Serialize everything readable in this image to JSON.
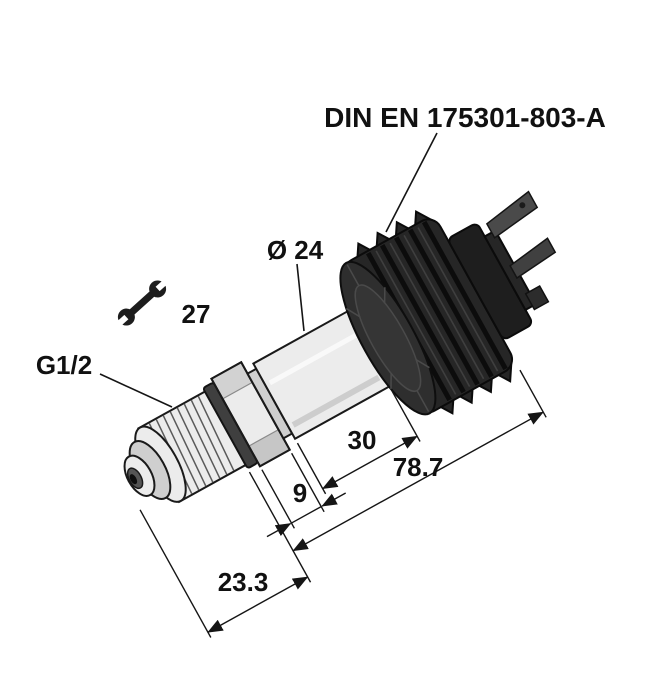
{
  "labels": {
    "connector_standard": "DIN EN 175301-803-A",
    "body_diameter": "Ø 24",
    "wrench_size": "27",
    "process_connection": "G1/2"
  },
  "dimensions": {
    "body_length": "30",
    "overall_length": "78.7",
    "hex_length": "9",
    "thread_length": "23.3"
  },
  "colors": {
    "line": "#1a1a1a",
    "metal": "#ececec",
    "metal_shade": "#cfcfcf",
    "housing": "#262626",
    "text": "#111111",
    "background": "#ffffff"
  }
}
